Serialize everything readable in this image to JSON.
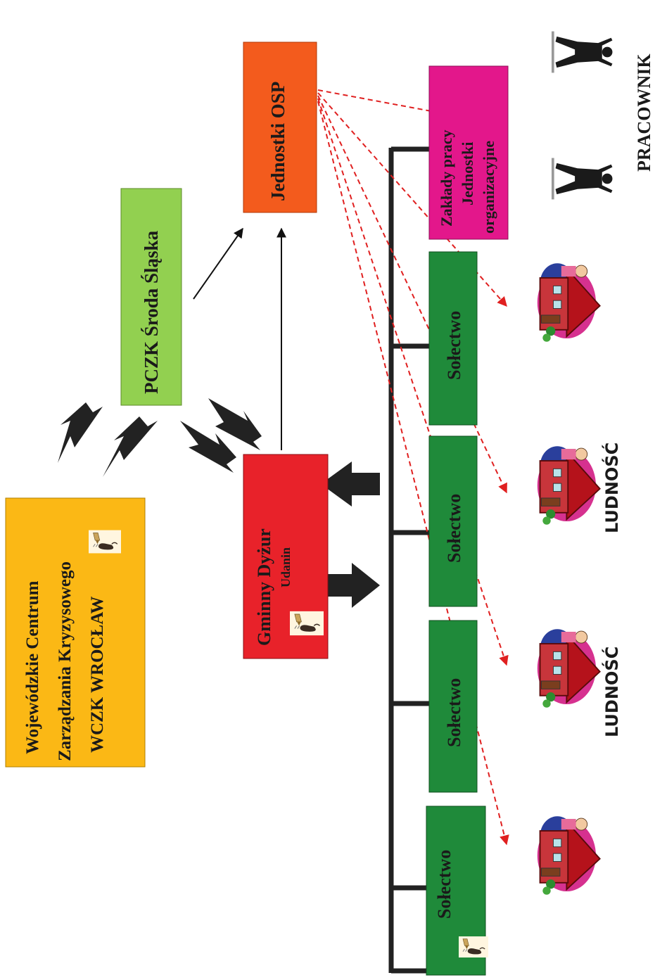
{
  "nodes": {
    "wczk": {
      "lines": [
        "Wojewódzkie Centrum",
        "Zarządzania Kryzysowego",
        "WCZK WROCŁAW"
      ],
      "color": "#fbb815",
      "icon": "siren-phone-icon"
    },
    "pczk": {
      "label": "PCZK Środa Śląska",
      "color": "#92d050"
    },
    "osp": {
      "label": "Jednostki OSP",
      "color": "#f35b1d"
    },
    "gminny": {
      "label": "Gminny Dyżur",
      "sublabel": "Udanin",
      "color": "#e8222a",
      "icon": "siren-phone-icon"
    },
    "zaklady": {
      "lines": [
        "Zakłady pracy",
        "Jednostki",
        "organizacyjne"
      ],
      "color": "#e3178b"
    },
    "solectwa": [
      {
        "label": "Sołectwo",
        "color": "#1f8a3a",
        "icon": "siren-phone-icon"
      },
      {
        "label": "Sołectwo",
        "color": "#1f8a3a"
      },
      {
        "label": "Sołectwo",
        "color": "#1f8a3a"
      },
      {
        "label": "Sołectwo",
        "color": "#1f8a3a"
      }
    ]
  },
  "population": {
    "houses": [
      "house-family-icon",
      "house-family-icon",
      "house-family-icon",
      "house-family-icon"
    ],
    "labels": [
      "LUDNOŚĆ",
      "LUDNOŚĆ"
    ]
  },
  "workers": {
    "label": "PRACOWNIK",
    "icons": [
      "worker-figure-icon",
      "worker-figure-icon"
    ]
  },
  "colors": {
    "dashed_arrow": "#e02020",
    "thick_arrow": "#222222",
    "bus_line": "#222222"
  }
}
